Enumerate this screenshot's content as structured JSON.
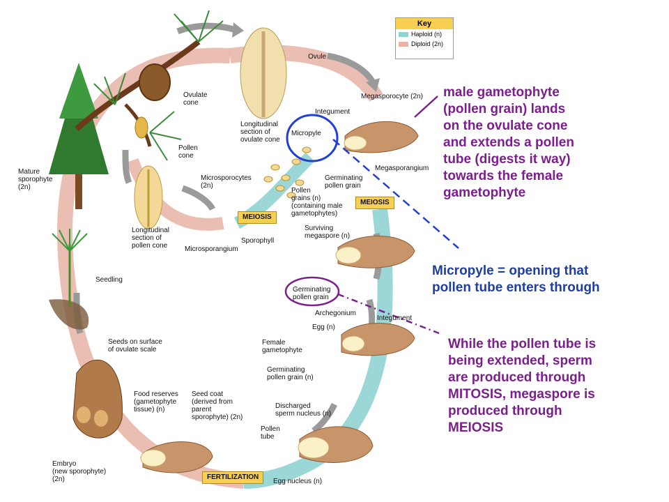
{
  "key": {
    "title": "Key",
    "haploid": "Haploid (n)",
    "diploid": "Diploid (2n)",
    "haploid_color": "#8fd3d2",
    "diploid_color": "#e8b3a6"
  },
  "labels": {
    "ovule": "Ovule",
    "ovulate_cone": "Ovulate\ncone",
    "pollen_cone": "Pollen\ncone",
    "mature_sporophyte": "Mature\nsporophyte\n(2n)",
    "long_section_ovulate": "Longitudinal\nsection of\novulate cone",
    "megasporocyte": "Megasporocyte (2n)",
    "integument": "Integument",
    "micropyle": "Micropyle",
    "megasporangium": "Megasporangium",
    "germinating_pollen_grain": "Germinating\npollen grain",
    "microsporocytes": "Microsporocytes\n(2n)",
    "pollen_grains": "Pollen\ngrains (n)\n(containing male\ngametophytes)",
    "long_section_pollen": "Longitudinal\nsection of\npollen cone",
    "sporophyll": "Sporophyll",
    "microsporangium": "Microsporangium",
    "surviving_megaspore": "Surviving\nmegaspore (n)",
    "seedling": "Seedling",
    "germinating_pollen_grain_2": "Germinating\npollen grain",
    "archegonium": "Archegonium",
    "integument_2": "Integument",
    "egg": "Egg (n)",
    "female_gametophyte": "Female\ngametophyte",
    "germinating_pollen_grain_n": "Germinating\npollen grain (n)",
    "seeds_on_surface": "Seeds on surface\nof ovulate scale",
    "food_reserves": "Food reserves\n(gametophyte\ntissue) (n)",
    "seed_coat": "Seed coat\n(derived from\nparent\nsporophyte) (2n)",
    "discharged_sperm": "Discharged\nsperm nucleus (n)",
    "pollen_tube": "Pollen\ntube",
    "embryo": "Embryo\n(new sporophyte)\n(2n)",
    "egg_nucleus": "Egg nucleus (n)"
  },
  "stages": {
    "meiosis_left": "MEIOSIS",
    "meiosis_right": "MEIOSIS",
    "fertilization": "FERTILIZATION"
  },
  "annotations": {
    "pollen_note": "male gametophyte\n(pollen grain) lands\non the ovulate cone\nand extends a pollen\ntube (digests it way)\ntowards the female\ngametophyte",
    "micropyle_note": "Micropyle = opening that\npollen tube enters through",
    "sperm_note_part1": "While the pollen tube is\nbeing extended, sperm\nare produced through\n",
    "sperm_note_part2": "MITOSIS, megaspore is\nproduced through\nMEIOSIS"
  },
  "colors": {
    "purple": "#7a1f8c",
    "blue": "#1f3f9c",
    "stage_box": "#f6cf53"
  }
}
